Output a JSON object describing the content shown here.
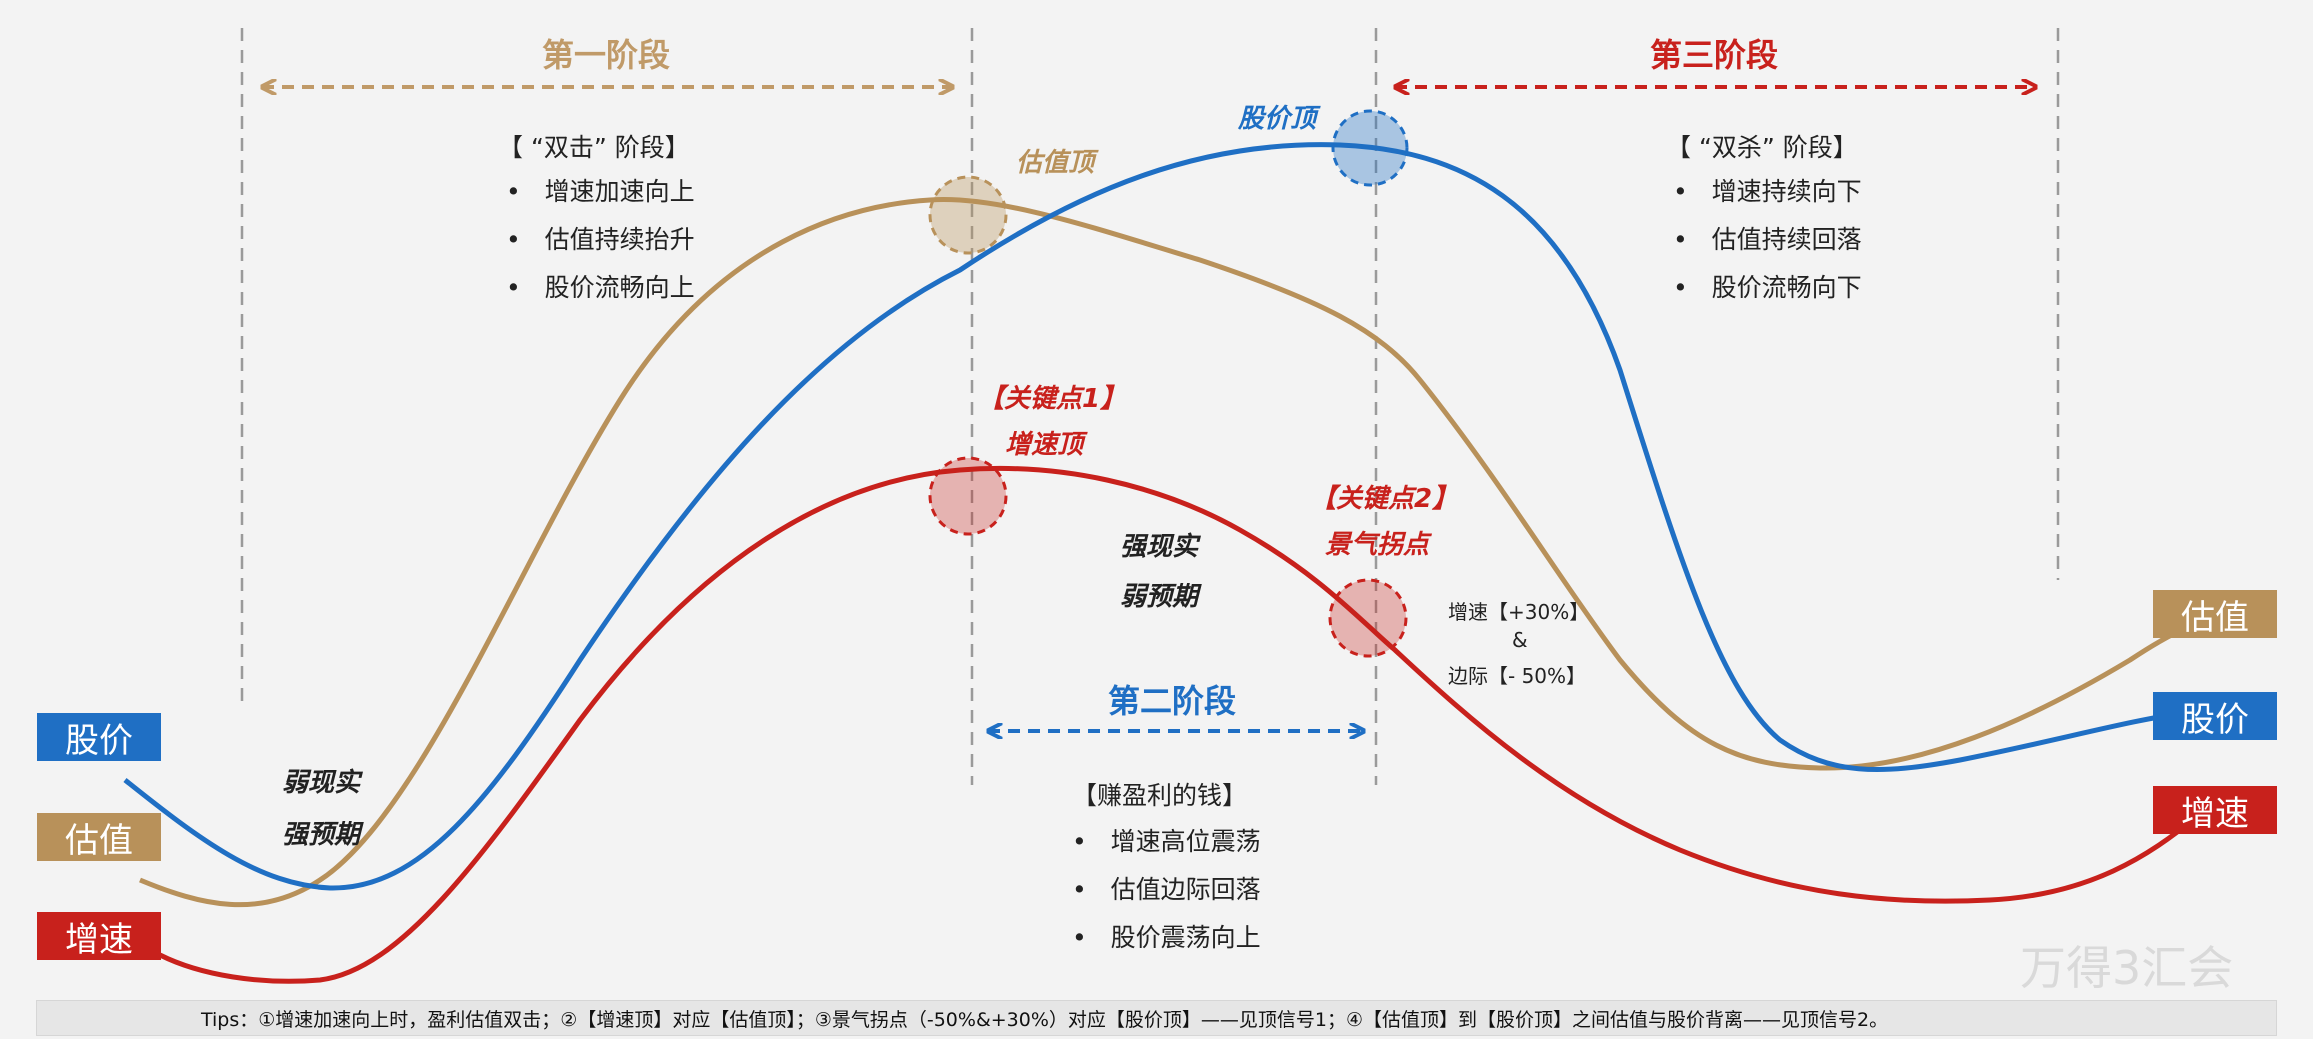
{
  "stages": {
    "one": {
      "title": "第一阶段",
      "heading": "【 “双击” 阶段】",
      "bullets": [
        "增速加速向上",
        "估值持续抬升",
        "股价流畅向上"
      ]
    },
    "two": {
      "title": "第二阶段",
      "heading": "【赚盈利的钱】",
      "bullets": [
        "增速高位震荡",
        "估值边际回落",
        "股价震荡向上"
      ]
    },
    "three": {
      "title": "第三阶段",
      "heading": "【 “双杀” 阶段】",
      "bullets": [
        "增速持续向下",
        "估值持续回落",
        "股价流畅向下"
      ]
    }
  },
  "series_labels": {
    "left": {
      "price": "股价",
      "valuation": "估值",
      "growth": "增速"
    },
    "right": {
      "valuation": "估值",
      "price": "股价",
      "growth": "增速"
    }
  },
  "annotations": {
    "valuation_top": "估值顶",
    "price_top": "股价顶",
    "key_point_1": "【关键点1】",
    "growth_top": "增速顶",
    "key_point_2": "【关键点2】",
    "inflection": "景气拐点",
    "strong_reality": "强现实",
    "weak_expectation": "弱预期",
    "weak_reality": "弱现实",
    "strong_expectation": "强预期",
    "growth_plus": "增速【+30%】",
    "ampersand": "&",
    "margin_minus": "边际【- 50%】"
  },
  "footer": {
    "tips": "Tips：①增速加速向上时，盈利估值双击；②【增速顶】对应【估值顶】；③景气拐点（-50%&+30%）对应【股价顶】——见顶信号1；④【估值顶】到【股价顶】之间估值与股价背离——见顶信号2。"
  },
  "watermark": "万得3汇会",
  "colors": {
    "price": "#1f6fc4",
    "valuation": "#b8915a",
    "growth": "#c8211c",
    "stage1": "#c09a68",
    "stage2": "#1f6fc4",
    "stage3": "#c8211c"
  }
}
